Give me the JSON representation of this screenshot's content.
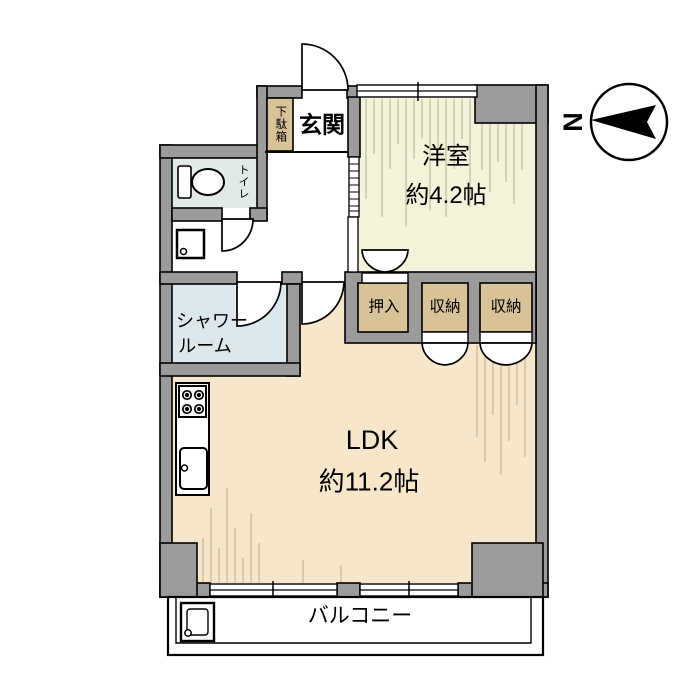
{
  "plan": {
    "type": "floorplan",
    "rooms": {
      "genkan": {
        "label": "玄関"
      },
      "getabako": {
        "label": "下駄箱"
      },
      "toilet": {
        "label": "トイレ"
      },
      "western_room": {
        "label": "洋室",
        "size": "約4.2帖"
      },
      "oshiire": {
        "label": "押入"
      },
      "storage1": {
        "label": "収納"
      },
      "storage2": {
        "label": "収納"
      },
      "shower": {
        "label_line1": "シャワー",
        "label_line2": "ルーム"
      },
      "ldk": {
        "label": "LDK",
        "size": "約11.2帖"
      },
      "balcony": {
        "label": "バルコニー"
      }
    },
    "compass": {
      "label": "N",
      "direction": "north-points-left"
    },
    "colors": {
      "wall": "#9b9b9b",
      "outline": "#000000",
      "western_room_floor": "#f4f2da",
      "ldk_floor": "#f6e7cb",
      "closet": "#d8c399",
      "toilet_floor": "#e2e9e9",
      "shower_floor": "#dde8ed",
      "hatch_west": "#bfbf9d",
      "hatch_ldk": "#cdb691"
    }
  }
}
